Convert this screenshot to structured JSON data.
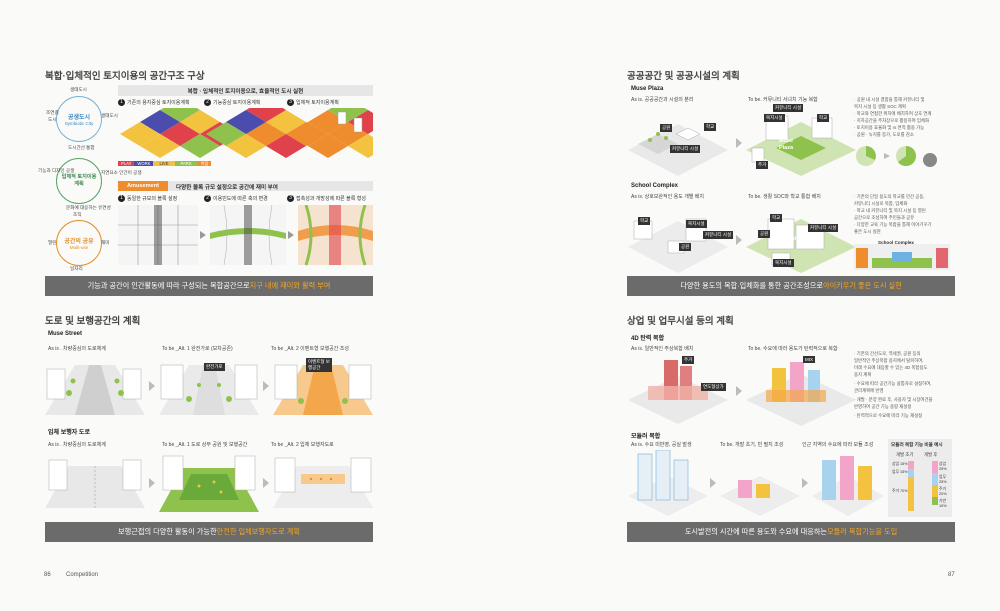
{
  "left": {
    "s1": {
      "title": "복합·입체적인 토지이용의 공간구조 구상",
      "banner": "복합 · 입체적인 토지이용으로, 효율적인 도시 실현",
      "steps": [
        "기존의 용지중심 토지이용계획",
        "기능중심 토지이용계획",
        "입체적 토지이용계획"
      ],
      "legend": [
        "PLAY",
        "WORK",
        "LIVE",
        "PARK",
        "복합"
      ],
      "tiles": [
        "LIVE",
        "WORK",
        "LIVE",
        "PLAY",
        "PARK",
        "복합"
      ],
      "amuse_tag": "Amusement",
      "amuse_title": "다양한 블록 규모 설정으로 공간에 재미 부여",
      "amuse_steps": [
        "동일한 규모의 블록 설정",
        "이용빈도에 따른 축의 변경",
        "접촉성과 개방성에 따른 블록 형성"
      ],
      "circles": [
        {
          "name": "공생도시",
          "en": "Symbiotic City",
          "labels": [
            "생태도시",
            "조연결",
            "도시",
            "생태도시"
          ]
        },
        {
          "name": "입체적 토지이용 계획",
          "labels": [
            "도시간선 통합",
            "기능과 디자인 공생",
            "지연요소 인간이 공생",
            "문화예 대응하는 유연성"
          ]
        },
        {
          "name": "공간의 공유",
          "en": "Multi-use",
          "labels": [
            "조직",
            "열린",
            "재미",
            "일자리"
          ]
        }
      ],
      "footer_text": "기능과 공간이 인간활동에 따라 구성되는 복합공간으로 ",
      "footer_hl": "지구 내에 재미와 활력 부여"
    },
    "s2": {
      "title": "도로 및 보행공간의 계획",
      "muse_street": "Muse Street",
      "asis1": "As is . 차량중심의 도로체계",
      "alt1": "To be _Alt. 1 완전가로 (보차공존)",
      "alt2": "To be _Alt. 2  이벤트형 보행공간 조성",
      "tag_full": "완전가로",
      "tag_event": "이벤트형 보행공간",
      "ped_title": "입체 보행자 도로",
      "asis2": "As is . 차량중심의 도로체계",
      "alt3": "To be _Alt. 1 도로 상부 공원 및 보행공간",
      "alt4": "To be _Alt. 2 입체 보행자도로",
      "footer_text": "보행근접의 다양한 활동이 가능한 ",
      "footer_hl": "안전한 입체보행자도로 계획"
    },
    "page_no": "86",
    "page_label": "Competition"
  },
  "right": {
    "s1": {
      "title": "공공공간 및 공공시설의 계획",
      "muse_plaza": "Muse Plaza",
      "asis1": "As is. 공공공간과 시설의 분리",
      "tobe1": "To be. 커뮤니티 서녀치 기능 복합",
      "tags1": [
        "공원",
        "학교",
        "커뮤니티 시설"
      ],
      "tags1b": [
        "커뮤니티 시설",
        "복지시설",
        "학교",
        "주거",
        "Muse Plaza"
      ],
      "bul1": [
        "· 공원 내 시설 결합을 통해 커뮤니티 및",
        "  복지 시설 등 생활 SOC 계획",
        "· 학교와 연접한 위치에 배치하여 상호 연계",
        "· 지하공간을 주차장으로 활용하여 입체화",
        "· 토지이용 효율화 및 rs 면적 활용 가능",
        "· 공원 · 녹지를 증가, 도로를 감소"
      ],
      "school": "School Complex",
      "asis2": "As is. 상호보완적인 용도 개별 배치",
      "tobe2": "To be. 생활 SOC와 학교 통합 배치",
      "tags2": [
        "학교",
        "복지시설",
        "공원",
        "커뮤니티 시설"
      ],
      "tags2b": [
        "학교",
        "커뮤니티 시설",
        "공원",
        "Complex",
        "복지시설"
      ],
      "bul2": [
        "· 기존의 단일 용도의 학교를 민간 공동,",
        "  커뮤니티 시설로 복합, 입체화",
        "· 학교 내 커뮤니티 및 복지 시설 등 열린",
        "  공간으로 조성하여 주민들과 공유",
        "· 다양한 교육 기능 복합을 통해 이야기꾸기",
        "  좋은 도시 실현"
      ],
      "school_label": "School Complex",
      "footer_text": "다양한 용도의 복합·입체화를 통한 공간조성으로 ",
      "footer_hl": "아이키우기 좋은 도시 실현"
    },
    "s2": {
      "title": "상업 및 업무시설 등의 계획",
      "title4d": "4D 탄력 복합",
      "asis1": "As is. 일반적인 주상복합 배치",
      "tobe1": "To be. 수요에 따라 용도가 탄력적으로 복합",
      "tags1": [
        "주거",
        "연도형상가",
        "MIX"
      ],
      "bul": [
        "· 기존의 간선도로, 역세권, 공원 등의",
        "  일반적인 주상복합 용지에서 탈피하여,",
        "  미래 수요에 대응할 수 있는 4D 복합용도",
        "  용지 계획",
        "· 수요에 따라 공간기능 융통자로 설정하여,",
        "  관리계획에 반영",
        "· 개발 · 분양 완료 후, 사용자 및 시장여건을",
        "  반영하여 공간 기능 용량 재설정",
        "· 탄력적으로 수요에 따라 기능 재설정"
      ],
      "modular": "모듈러 복합",
      "asis2": "As is. 수요 미반영, 공실 발생",
      "tobe2": "To be. 개발 초기, 빈 필지 조성",
      "tobe3": "인근 지역의 수요에 따라 모듈 조성",
      "ratio_title": "모듈러 복합 기능 비율 예시",
      "ratio_cols": [
        "개발 초기",
        "개발 후"
      ],
      "ratio_left": [
        "상업 15%",
        "업무 15%",
        "주거 70%"
      ],
      "ratio_right": [
        "상업 25%",
        "업무 25%",
        "주거 20%",
        "기반 10%"
      ],
      "footer_text": "도시발전의 시간에 따른 용도와 수요에 대응하는 ",
      "footer_hl": "모듈러 복합기능을 도입"
    },
    "page_no": "87"
  },
  "colors": {
    "band": "#6b6b6b",
    "highlight": "#f5a623",
    "tile_live": "#f3c23f",
    "tile_play": "#e0424c",
    "tile_work": "#4a4dae",
    "tile_park": "#8fc24c",
    "tile_mix": "#ef8c2d",
    "green": "#8fc24c",
    "pink": "#f2a5c8",
    "blue": "#6fb1e0"
  }
}
